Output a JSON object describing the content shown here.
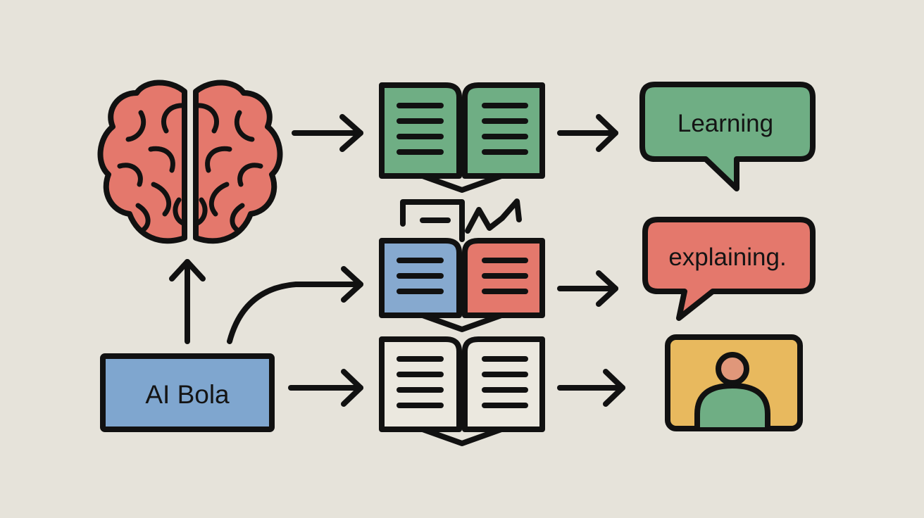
{
  "labels": {
    "source": "AI Bola",
    "bubble_top": "Learning",
    "bubble_middle": "explaining."
  },
  "colors": {
    "background": "#e6e3da",
    "brain": "#e4786c",
    "source_box": "#7fa6cf",
    "book_green": "#6fae84",
    "book_blue": "#86a9cf",
    "book_red": "#e4786c",
    "book_plain": "#ebe8df",
    "bubble_green": "#6fae84",
    "bubble_red": "#e4786c",
    "profile_frame": "#e8b95e",
    "person_head": "#e0977a",
    "person_body": "#6fae84",
    "ink": "#111111"
  },
  "icons": {
    "brain": "brain-icon",
    "books": [
      "open-book-icon",
      "open-book-icon",
      "open-book-icon"
    ],
    "chart": "chart-icon",
    "bubbles": [
      "speech-bubble-icon",
      "speech-bubble-icon"
    ],
    "profile": "user-profile-icon"
  }
}
